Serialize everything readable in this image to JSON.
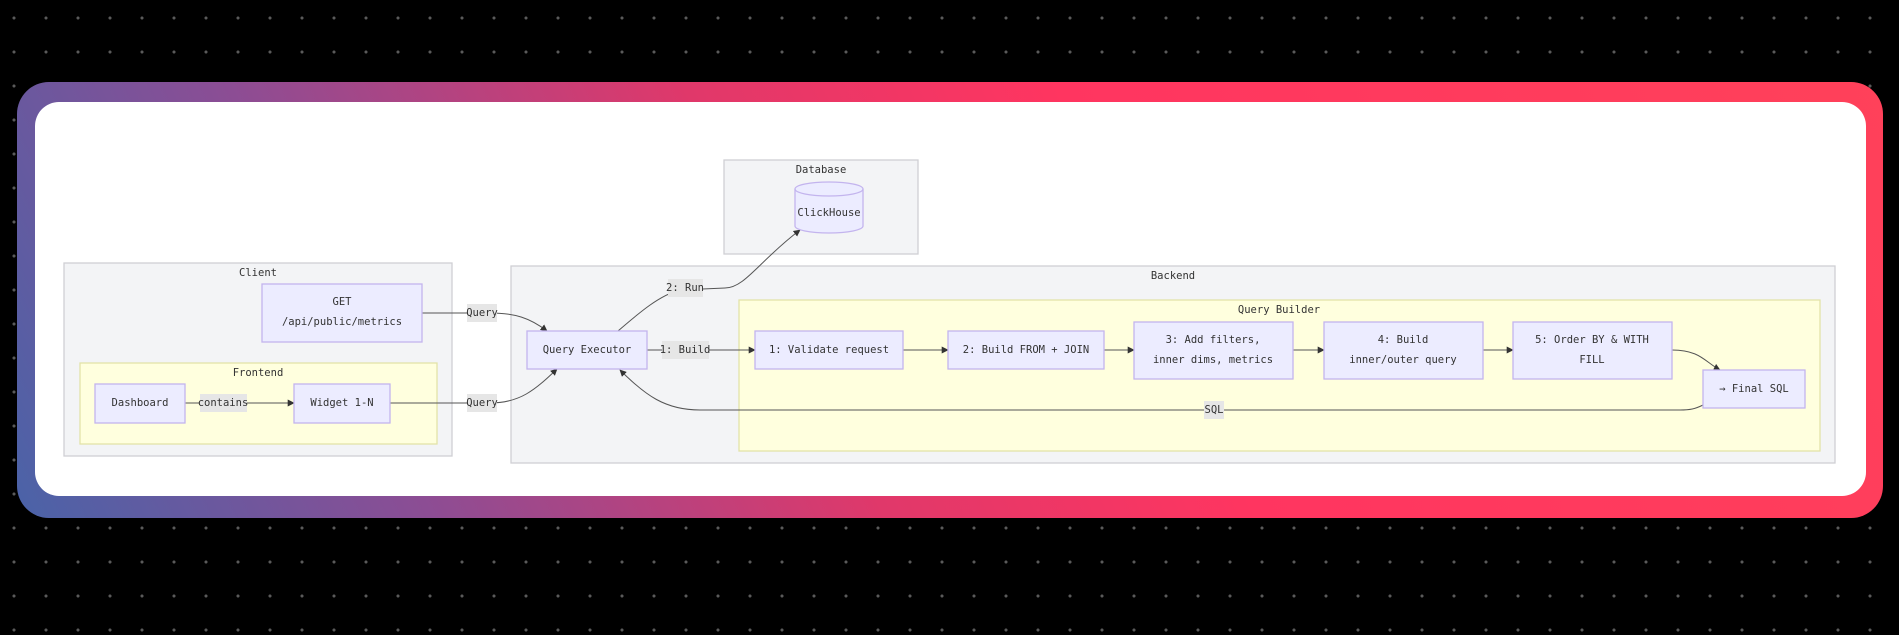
{
  "colors": {
    "node_fill": "#ececff",
    "node_stroke": "#c3b4ee",
    "cluster_fill": "#f3f4f6",
    "subcluster_fill": "#ffffde",
    "frame_gradient_start": "#4a63a8",
    "frame_gradient_end": "#ff3560"
  },
  "clusters": {
    "client": "Client",
    "frontend": "Frontend",
    "database": "Database",
    "backend": "Backend",
    "query_builder": "Query Builder"
  },
  "nodes": {
    "get_endpoint": [
      "GET",
      "/api/public/metrics"
    ],
    "dashboard": "Dashboard",
    "widget": "Widget 1-N",
    "clickhouse": "ClickHouse",
    "query_executor": "Query Executor",
    "step1": "1: Validate request",
    "step2": "2: Build FROM + JOIN",
    "step3": [
      "3: Add filters,",
      "inner dims, metrics"
    ],
    "step4": [
      "4: Build",
      "inner/outer query"
    ],
    "step5": [
      "5: Order BY & WITH",
      "FILL"
    ],
    "final_sql": "→ Final SQL"
  },
  "edges": {
    "contains": "contains",
    "query_get": "Query",
    "query_widget": "Query",
    "build": "1: Build",
    "run": "2: Run",
    "sql": "SQL"
  }
}
